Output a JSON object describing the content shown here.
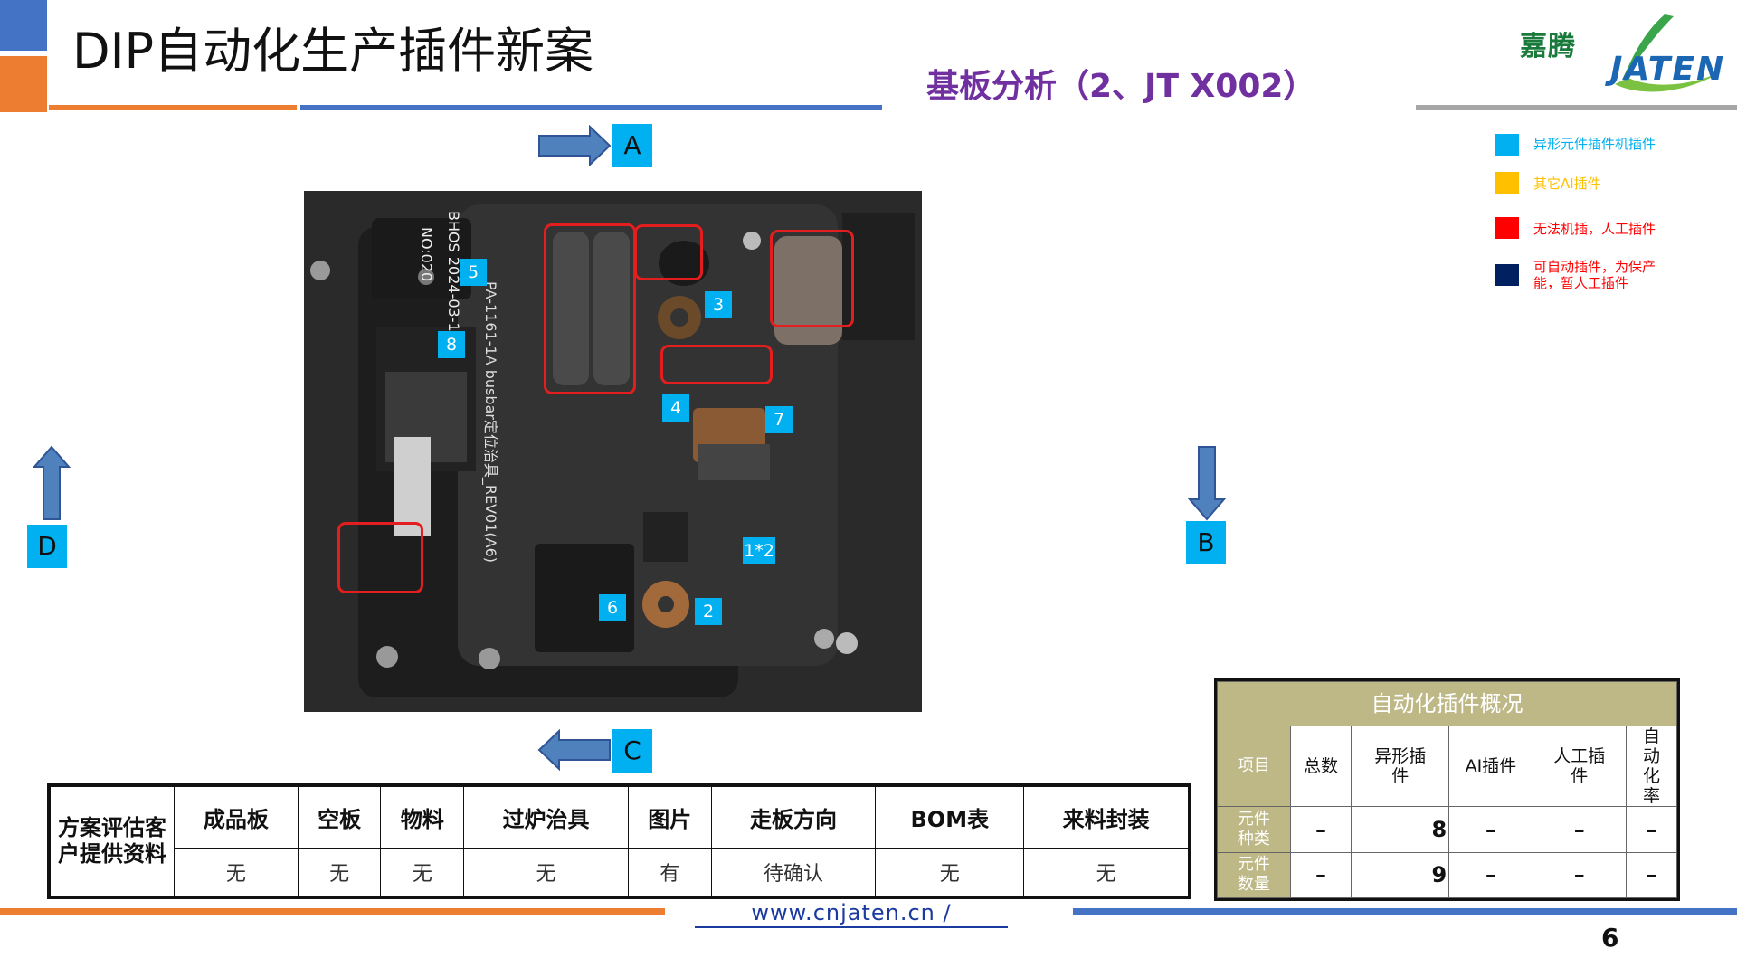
{
  "header": {
    "title": "DIP自动化生产插件新案",
    "subtitle": "基板分析（2、JT X002）",
    "logo_cn": "嘉腾",
    "logo_en": "JATEN"
  },
  "legend": [
    {
      "color": "#00b0f0",
      "label": "异形元件插件机插件"
    },
    {
      "color": "#ffc000",
      "label": "其它AI插件"
    },
    {
      "color": "#ff0000",
      "label": "无法机插，人工插件"
    },
    {
      "color": "#002060",
      "label": "可自动插件，为保产能，暂人工插件"
    }
  ],
  "directions": {
    "a": "A",
    "b": "B",
    "c": "C",
    "d": "D"
  },
  "photo": {
    "numbers": [
      "5",
      "8",
      "3",
      "4",
      "7",
      "1*2",
      "6",
      "2"
    ],
    "silk": {
      "label1": "BHOS 2024-03-15",
      "label2": "NO:020",
      "label3": "PA-1161-1A busbar定位治具_REV01(A6)"
    }
  },
  "eval_table": {
    "row_header": "方案评估客户提供资料",
    "columns": [
      "成品板",
      "空板",
      "物料",
      "过炉治具",
      "图片",
      "走板方向",
      "BOM表",
      "来料封装"
    ],
    "values": [
      "无",
      "无",
      "无",
      "无",
      "有",
      "待确认",
      "无",
      "无"
    ]
  },
  "summary_table": {
    "title": "自动化插件概况",
    "headers": [
      "项目",
      "总数",
      "异形插件",
      "AI插件",
      "人工插件",
      "自动化率"
    ],
    "rows": [
      {
        "label": "元件种类",
        "cells": [
          "–",
          "8",
          "–",
          "–",
          "–"
        ]
      },
      {
        "label": "元件数量",
        "cells": [
          "–",
          "9",
          "–",
          "–",
          "–"
        ]
      }
    ]
  },
  "footer": {
    "url": "www.cnjaten.cn /",
    "page": "6"
  }
}
